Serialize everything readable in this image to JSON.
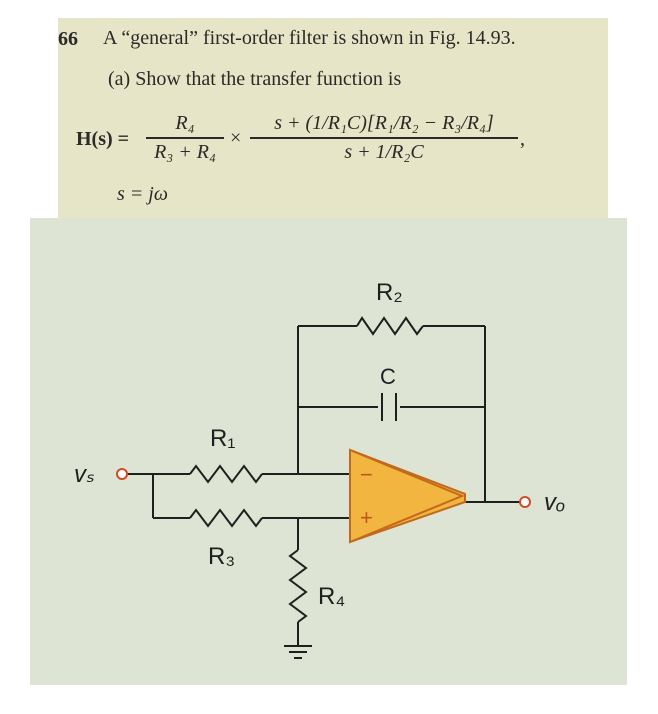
{
  "problem": {
    "number": "66",
    "line1": "A “general” first-order filter is shown in Fig. 14.93.",
    "part_a": "(a) Show that the transfer function is",
    "hs_label": "H(s) =",
    "frac1_num": "R₄",
    "frac1_den": "R₃ + R₄",
    "times": "×",
    "frac2_num": "s + (1/R₁C)[R₁/R₂ − R₃/R₄]",
    "frac2_den": "s + 1/R₂C",
    "comma": ",",
    "s_def": "s = jω"
  },
  "circuit": {
    "labels": {
      "r1": "R₁",
      "r2": "R₂",
      "r3": "R₃",
      "r4": "R₄",
      "c": "C",
      "vs": "vₛ",
      "vo": "vₒ",
      "minus": "−",
      "plus": "+"
    },
    "colors": {
      "opamp_fill": "#f2b53f",
      "opamp_stroke": "#c26a1c",
      "terminal": "#d24a2a",
      "wire": "#1f1f1f"
    }
  }
}
